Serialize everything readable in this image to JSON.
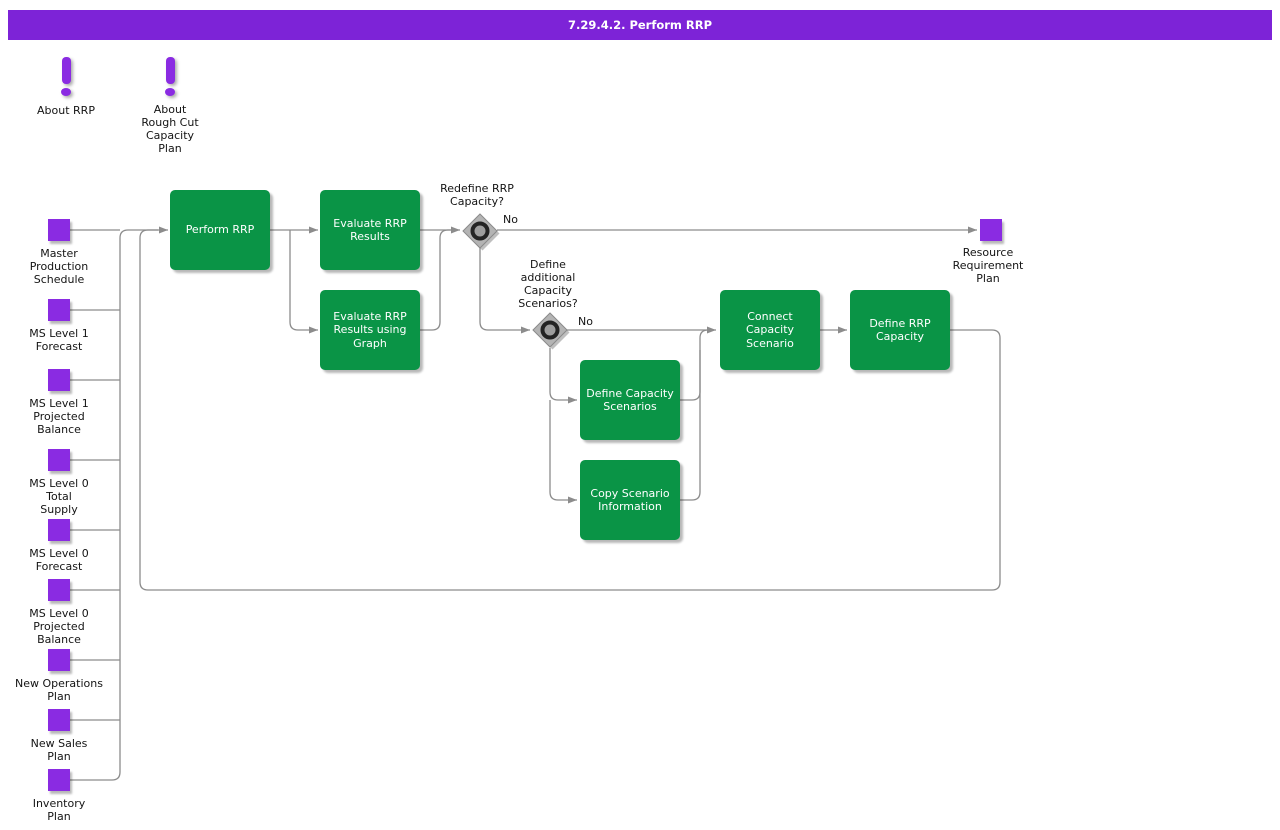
{
  "title": "7.29.4.2. Perform RRP",
  "colors": {
    "titlebar": "#7D23D7",
    "purple": "#8A2BE2",
    "green": "#0A9446",
    "line": "#8C8C8C"
  },
  "notes": [
    {
      "label": "About RRP"
    },
    {
      "label": "About\nRough Cut\nCapacity\nPlan"
    }
  ],
  "inputs": {
    "items": [
      {
        "label": "Master\nProduction\nSchedule"
      },
      {
        "label": "MS Level 1\nForecast"
      },
      {
        "label": "MS Level 1\nProjected\nBalance"
      },
      {
        "label": "MS Level 0\nTotal\nSupply"
      },
      {
        "label": "MS Level 0\nForecast"
      },
      {
        "label": "MS Level 0\nProjected\nBalance"
      },
      {
        "label": "New Operations\nPlan"
      },
      {
        "label": "New Sales\nPlan"
      },
      {
        "label": "Inventory\nPlan"
      }
    ]
  },
  "process": {
    "perform_rrp": "Perform RRP",
    "evaluate_rrp_results": "Evaluate RRP Results",
    "evaluate_rrp_results_graph": "Evaluate RRP Results using Graph",
    "define_capacity_scenarios": "Define Capacity Scenarios",
    "copy_scenario_information": "Copy Scenario Information",
    "connect_capacity_scenario": "Connect Capacity Scenario",
    "define_rrp_capacity": "Define RRP Capacity"
  },
  "decisions": [
    {
      "label": "Redefine RRP\nCapacity?",
      "branch": "No"
    },
    {
      "label": "Define\nadditional\nCapacity\nScenarios?",
      "branch": "No"
    }
  ],
  "output": {
    "label": "Resource\nRequirement\nPlan"
  }
}
